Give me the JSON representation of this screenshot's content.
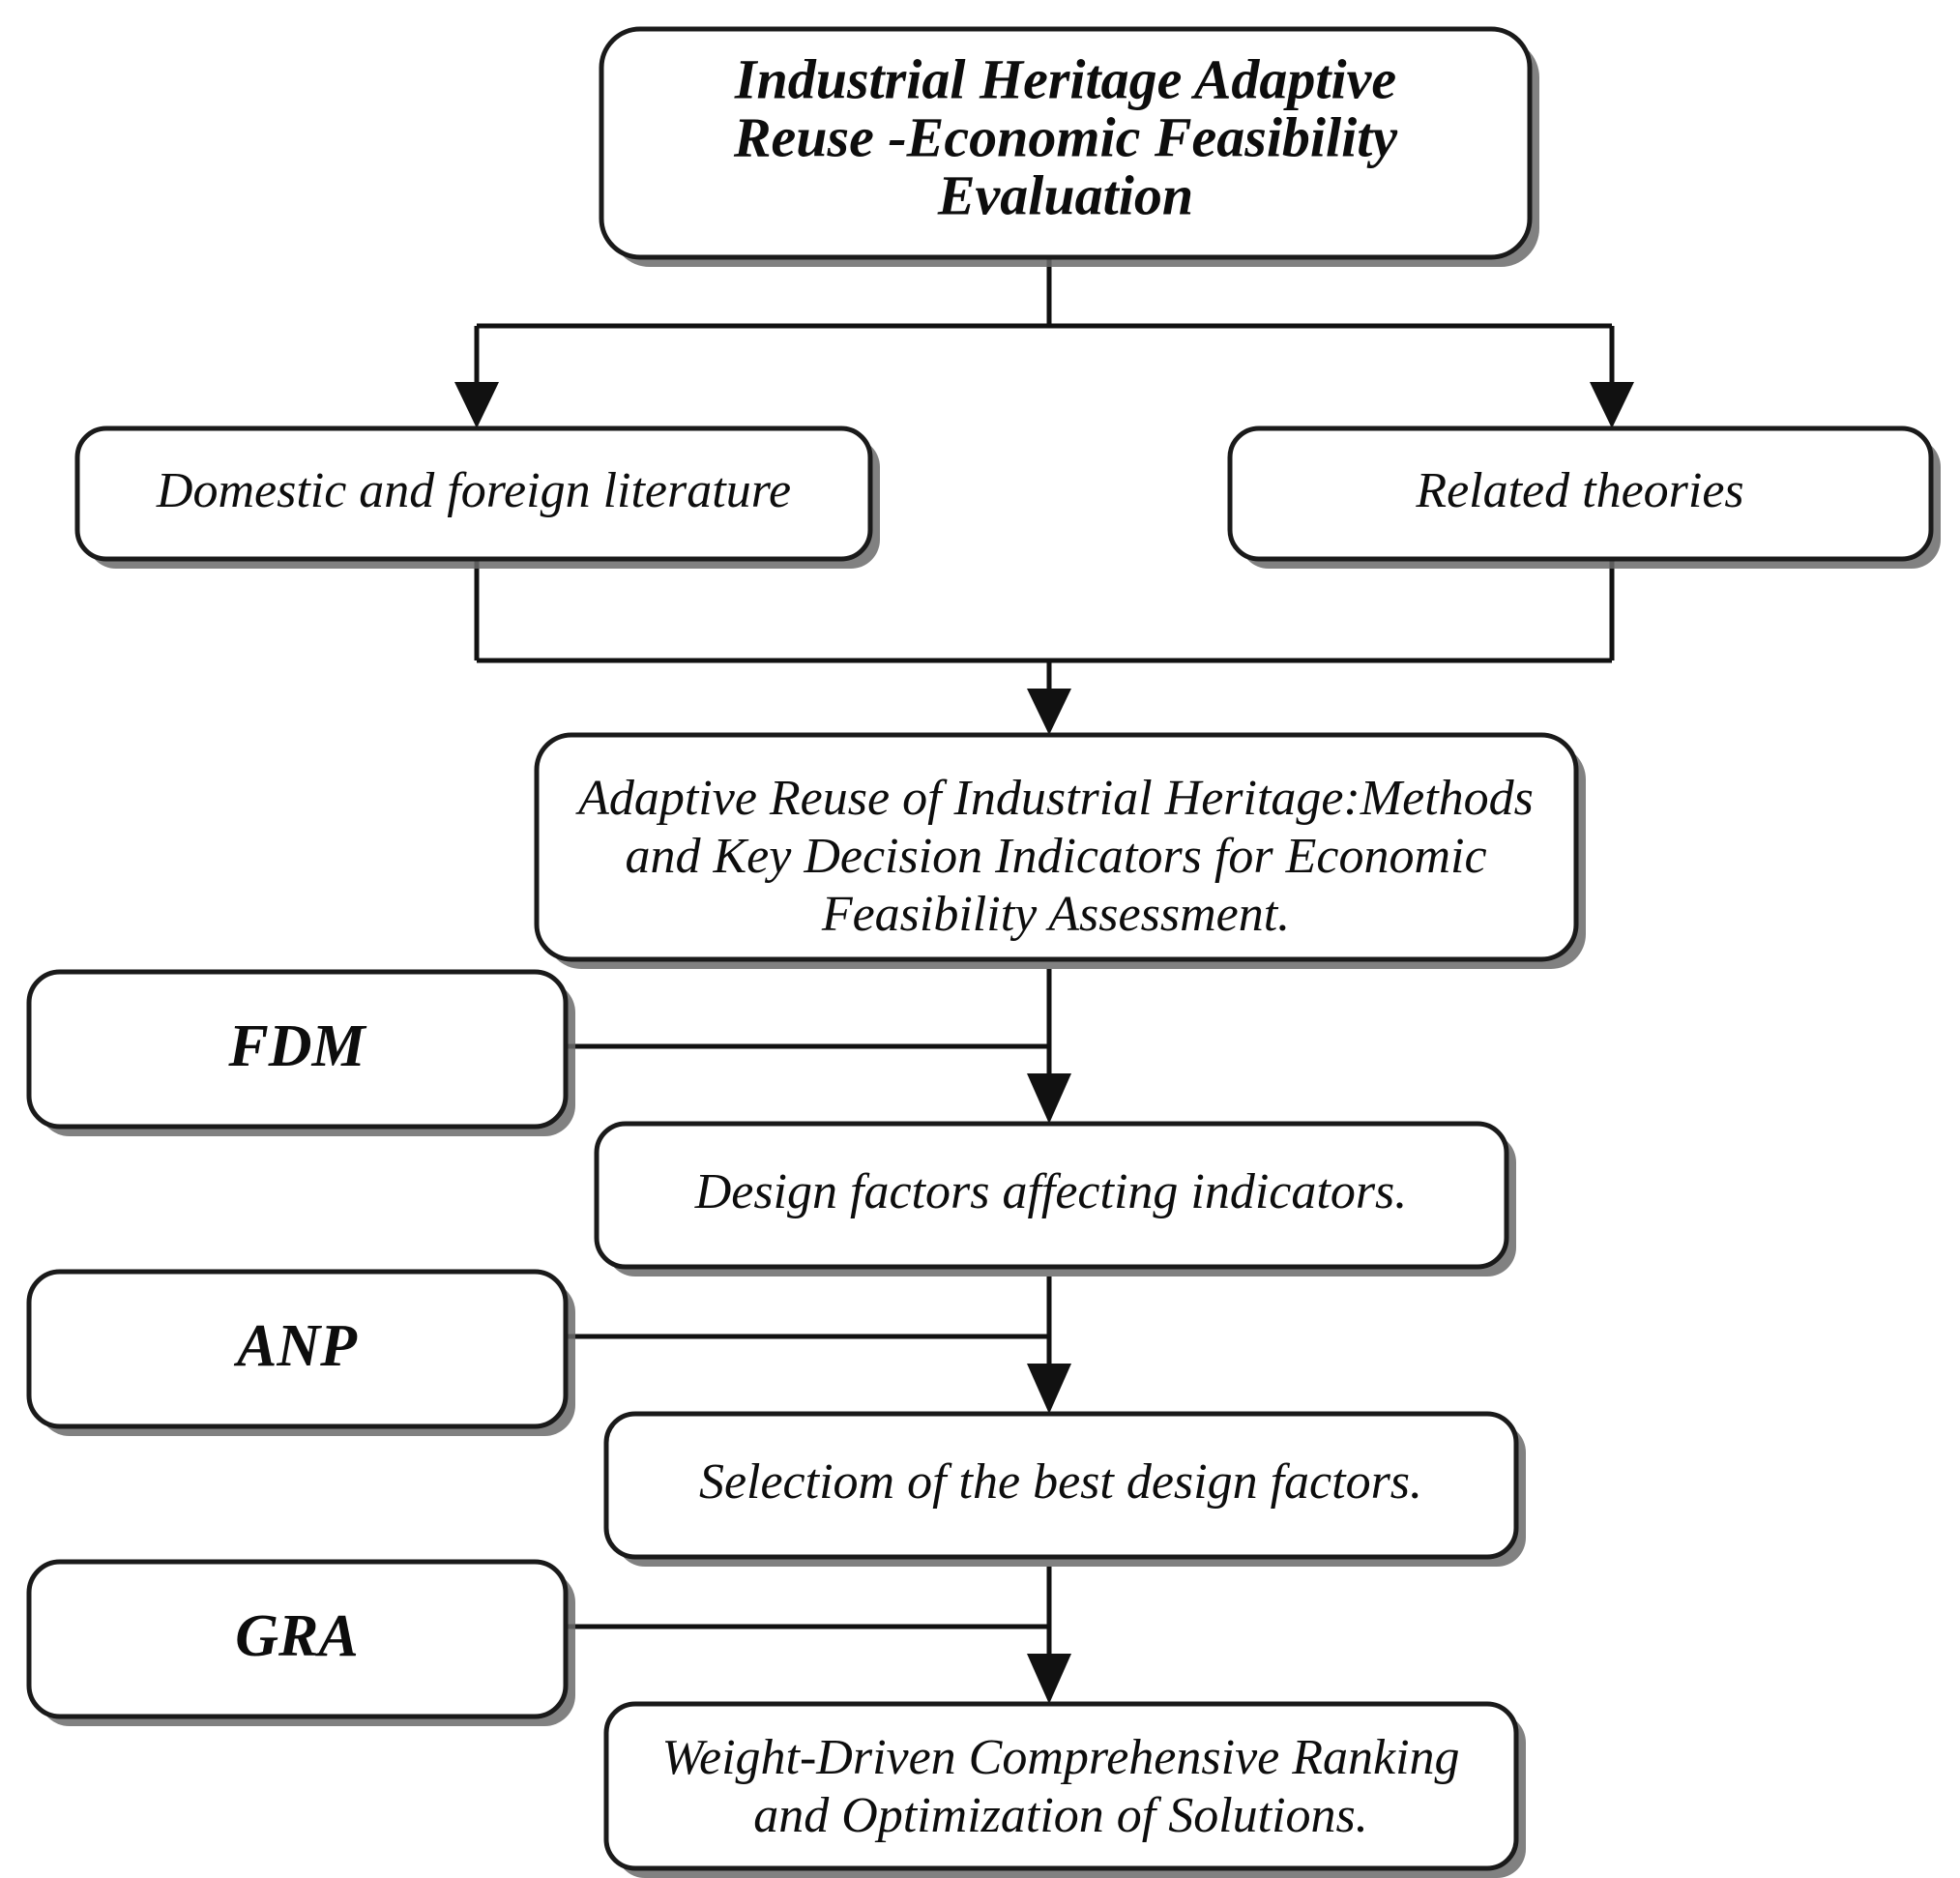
{
  "diagram": {
    "title": "Industrial Heritage Adaptive Reuse -Economic Feasibility Evaluation",
    "type": "flowchart",
    "orientation": "top-down",
    "colors": {
      "background": "#ffffff",
      "box_fill": "#ffffff",
      "box_stroke": "#1a1a1a",
      "text": "#0d0d0d",
      "connector": "#111111",
      "shadow": "#6b6b6b"
    },
    "nodes": {
      "root": {
        "id": "root",
        "shape": "rounded-rectangle",
        "style": "bold-italic",
        "lines": [
          "Industrial Heritage Adaptive",
          "Reuse -Economic Feasibility",
          "Evaluation"
        ]
      },
      "literature": {
        "id": "literature",
        "shape": "rounded-rectangle",
        "style": "italic",
        "lines": [
          "Domestic and foreign literature"
        ]
      },
      "theories": {
        "id": "theories",
        "shape": "rounded-rectangle",
        "style": "italic",
        "lines": [
          "Related theories"
        ]
      },
      "synthesis": {
        "id": "synthesis",
        "shape": "rounded-rectangle",
        "style": "italic",
        "lines": [
          "Adaptive Reuse of Industrial Heritage:Methods",
          "and Key Decision Indicators for Economic",
          "Feasibility Assessment."
        ]
      },
      "design_factors": {
        "id": "design_factors",
        "shape": "rounded-rectangle",
        "style": "italic",
        "lines": [
          "Design factors affecting indicators."
        ]
      },
      "selection": {
        "id": "selection",
        "shape": "rounded-rectangle",
        "style": "italic",
        "lines": [
          "Selectiom of the best design factors."
        ]
      },
      "ranking": {
        "id": "ranking",
        "shape": "rounded-rectangle",
        "style": "italic",
        "lines": [
          "Weight-Driven Comprehensive Ranking",
          "and Optimization of Solutions."
        ]
      },
      "fdm": {
        "id": "fdm",
        "shape": "rounded-rectangle",
        "style": "bold-italic",
        "lines": [
          "FDM"
        ]
      },
      "anp": {
        "id": "anp",
        "shape": "rounded-rectangle",
        "style": "bold-italic",
        "lines": [
          "ANP"
        ]
      },
      "gra": {
        "id": "gra",
        "shape": "rounded-rectangle",
        "style": "bold-italic",
        "lines": [
          "GRA"
        ]
      }
    },
    "edges": [
      {
        "from": "root",
        "to": "literature",
        "kind": "arrow",
        "routing": "split"
      },
      {
        "from": "root",
        "to": "theories",
        "kind": "arrow",
        "routing": "split"
      },
      {
        "from": "literature",
        "to": "synthesis",
        "kind": "arrow",
        "routing": "merge"
      },
      {
        "from": "theories",
        "to": "synthesis",
        "kind": "arrow",
        "routing": "merge"
      },
      {
        "from": "synthesis",
        "to": "design_factors",
        "kind": "arrow",
        "routing": "straight"
      },
      {
        "from": "design_factors",
        "to": "selection",
        "kind": "arrow",
        "routing": "straight"
      },
      {
        "from": "selection",
        "to": "ranking",
        "kind": "arrow",
        "routing": "straight"
      },
      {
        "from": "fdm",
        "to": "design_factors",
        "kind": "line",
        "routing": "side-join"
      },
      {
        "from": "anp",
        "to": "selection",
        "kind": "line",
        "routing": "side-join"
      },
      {
        "from": "gra",
        "to": "ranking",
        "kind": "line",
        "routing": "side-join"
      }
    ]
  }
}
